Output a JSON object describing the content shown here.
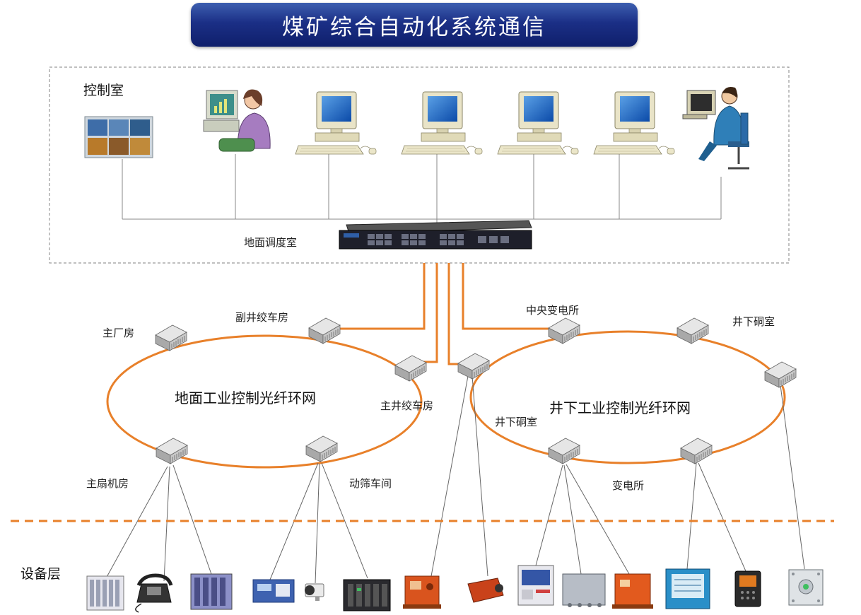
{
  "title": "煤矿综合自动化系统通信",
  "control_room": {
    "label": "控制室",
    "dispatch_label": "地面调度室"
  },
  "surface_ring": {
    "label": "地面工业控制光纤环网",
    "nodes": [
      "主厂房",
      "副井绞车房",
      "主井绞车房",
      "主扇机房",
      "动筛车间"
    ]
  },
  "underground_ring": {
    "label": "井下工业控制光纤环网",
    "nodes": [
      "中央变电所",
      "井下硐室",
      "井下硐室",
      "变电所"
    ]
  },
  "device_layer_label": "设备层",
  "colors": {
    "banner": "#1b2f86",
    "fiber": "#e8802a",
    "frame": "#999999",
    "divider": "#e8802a"
  }
}
